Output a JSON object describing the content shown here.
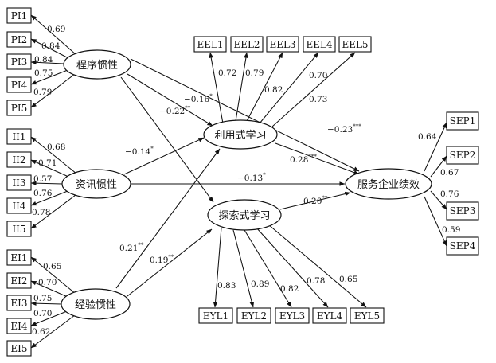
{
  "latents": {
    "cxgx": "程序惯性",
    "zxgx": "资讯惯性",
    "jygx": "经验惯性",
    "lyxx": "利用式学习",
    "tsxx": "探索式学习",
    "fwqy": "服务企业绩效"
  },
  "indicators": {
    "PI1": "PI1",
    "PI2": "PI2",
    "PI3": "PI3",
    "PI4": "PI4",
    "PI5": "PI5",
    "II1": "II1",
    "II2": "II2",
    "II3": "II3",
    "II4": "II4",
    "II5": "II5",
    "EI1": "EI1",
    "EI2": "EI2",
    "EI3": "EI3",
    "EI4": "EI4",
    "EI5": "EI5",
    "EEL1": "EEL1",
    "EEL2": "EEL2",
    "EEL3": "EEL3",
    "EEL4": "EEL4",
    "EEL5": "EEL5",
    "EYL1": "EYL1",
    "EYL2": "EYL2",
    "EYL3": "EYL3",
    "EYL4": "EYL4",
    "EYL5": "EYL5",
    "SEP1": "SEP1",
    "SEP2": "SEP2",
    "SEP3": "SEP3",
    "SEP4": "SEP4"
  },
  "loadings": {
    "PI1": "0.69",
    "PI2": "0.84",
    "PI3": "0.84",
    "PI4": "0.75",
    "PI5": "0.79",
    "II1": "0.68",
    "II2": "0.71",
    "II3": "0.57",
    "II4": "0.76",
    "II5": "0.78",
    "EI1": "0.65",
    "EI2": "0.70",
    "EI3": "0.75",
    "EI4": "0.70",
    "EI5": "0.62",
    "EEL1": "0.72",
    "EEL2": "0.79",
    "EEL3": "0.82",
    "EEL4": "0.70",
    "EEL5": "0.73",
    "EYL1": "0.83",
    "EYL2": "0.89",
    "EYL3": "0.82",
    "EYL4": "0.78",
    "EYL5": "0.65",
    "SEP1": "0.64",
    "SEP2": "0.67",
    "SEP3": "0.76",
    "SEP4": "0.59"
  },
  "paths": {
    "cx_ly": {
      "value": "−0.16",
      "sig": "*"
    },
    "cx_ts": {
      "value": "−0.22",
      "sig": "**"
    },
    "cx_fw": {
      "value": "−0.23",
      "sig": "***"
    },
    "zx_ly": {
      "value": "−0.14",
      "sig": "*"
    },
    "zx_fw": {
      "value": "−0.13",
      "sig": "*"
    },
    "jy_ly": {
      "value": "0.21",
      "sig": "**"
    },
    "jy_ts": {
      "value": "0.19",
      "sig": "**"
    },
    "ly_fw": {
      "value": "0.28",
      "sig": "***"
    },
    "ts_fw": {
      "value": "0.20",
      "sig": "**"
    }
  },
  "colors": {
    "line": "#111111",
    "background": "#ffffff"
  }
}
